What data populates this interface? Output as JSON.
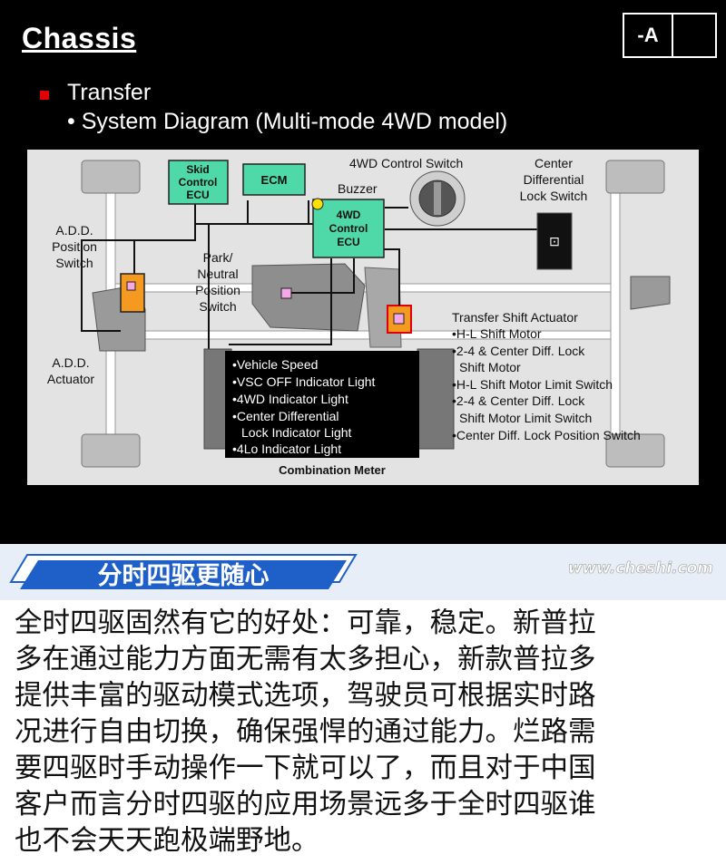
{
  "slide": {
    "title": "Chassis",
    "badge": "-A",
    "bullet1": "Transfer",
    "bullet2": "• System Diagram (Multi-mode 4WD model)"
  },
  "diagram": {
    "skid_ecu": [
      "Skid",
      "Control",
      "ECU"
    ],
    "ecm": "ECM",
    "buzzer": "Buzzer",
    "control_switch": "4WD Control Switch",
    "center_diff_switch": [
      "Center",
      "Differential",
      "Lock Switch"
    ],
    "control_ecu": [
      "4WD",
      "Control",
      "ECU"
    ],
    "add_position": [
      "A.D.D.",
      "Position",
      "Switch"
    ],
    "park_neutral": [
      "Park/",
      "Neutral",
      "Position",
      "Switch"
    ],
    "add_actuator": [
      "A.D.D.",
      "Actuator"
    ],
    "transfer_actuator": [
      "Transfer Shift Actuator",
      "•H-L Shift Motor",
      "•2-4 & Center Diff. Lock",
      "Shift Motor",
      "•H-L Shift Motor Limit Switch",
      "•2-4 & Center Diff. Lock",
      "Shift Motor Limit Switch",
      "•Center Diff. Lock Position Switch"
    ],
    "meter_items": [
      "•Vehicle Speed",
      "•VSC OFF Indicator Light",
      "•4WD Indicator Light",
      "•Center Differential",
      "Lock Indicator Light",
      "•4Lo Indicator Light"
    ],
    "meter_caption": "Combination Meter"
  },
  "banner": {
    "title": "分时四驱更随心",
    "watermark": "www.cheshi.com"
  },
  "article_lines": [
    "全时四驱固然有它的好处：可靠，稳定。新普拉",
    "多在通过能力方面无需有太多担心，新款普拉多",
    "提供丰富的驱动模式选项，驾驶员可根据实时路",
    "况进行自由切换，确保强悍的通过能力。烂路需",
    "要四驱时手动操作一下就可以了，而且对于中国",
    "客户而言分时四驱的应用场景远多于全时四驱谁",
    "也不会天天跑极端野地。"
  ],
  "colors": {
    "ecu_green": "#4fd8a8",
    "actuator_orange": "#f59a20",
    "highlight_red": "#e00000",
    "connector_pink": "#f5a8e8",
    "banner_blue": "#1f5fc8"
  }
}
